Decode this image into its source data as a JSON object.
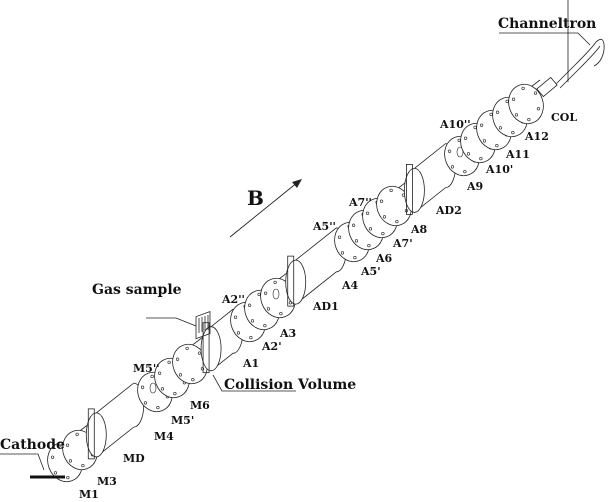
{
  "diagram": {
    "field_label": "B",
    "callouts": {
      "channeltron": "Channeltron",
      "gas_sample": "Gas sample",
      "collision_volume": "Collision Volume",
      "cathode": "Cathode"
    },
    "electrodes": [
      {
        "id": "M1",
        "label": "M1"
      },
      {
        "id": "M3",
        "label": "M3"
      },
      {
        "id": "MD",
        "label": "MD"
      },
      {
        "id": "M4",
        "label": "M4"
      },
      {
        "id": "M5p",
        "label": "M5'"
      },
      {
        "id": "M6",
        "label": "M6"
      },
      {
        "id": "M5pp",
        "label": "M5''"
      },
      {
        "id": "A1",
        "label": "A1"
      },
      {
        "id": "A2p",
        "label": "A2'"
      },
      {
        "id": "A3",
        "label": "A3"
      },
      {
        "id": "A2pp",
        "label": "A2''"
      },
      {
        "id": "AD1",
        "label": "AD1"
      },
      {
        "id": "A4",
        "label": "A4"
      },
      {
        "id": "A5p",
        "label": "A5'"
      },
      {
        "id": "A6",
        "label": "A6"
      },
      {
        "id": "A5pp",
        "label": "A5''"
      },
      {
        "id": "A7p",
        "label": "A7'"
      },
      {
        "id": "A8",
        "label": "A8"
      },
      {
        "id": "A7pp",
        "label": "A7''"
      },
      {
        "id": "AD2",
        "label": "AD2"
      },
      {
        "id": "A9",
        "label": "A9"
      },
      {
        "id": "A10p",
        "label": "A10'"
      },
      {
        "id": "A11",
        "label": "A11"
      },
      {
        "id": "A10pp",
        "label": "A10''"
      },
      {
        "id": "A12",
        "label": "A12"
      },
      {
        "id": "COL",
        "label": "COL"
      }
    ]
  }
}
